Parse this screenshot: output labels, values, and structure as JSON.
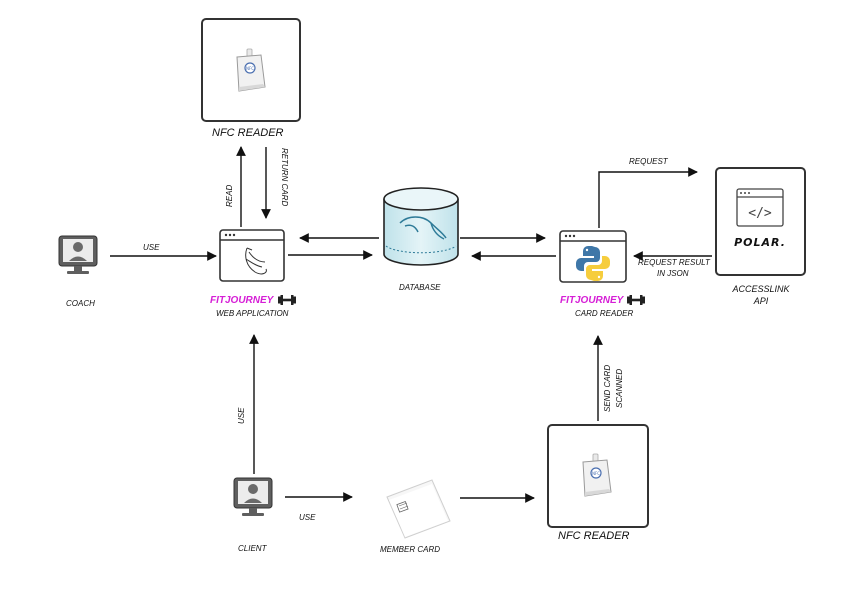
{
  "nodes": {
    "nfc_top": "NFC READER",
    "nfc_bottom": "NFC READER",
    "coach": "COACH",
    "client": "CLIENT",
    "member_card": "MEMBER CARD",
    "database": "DATABASE",
    "web_app_brand": "FITJOURNEY",
    "web_app_sub": "WEB APPLICATION",
    "card_reader_brand": "FITJOURNEY",
    "card_reader_sub": "CARD READER",
    "api_line1": "ACCESSLINK",
    "api_line2": "API",
    "polar_logo": "POLAR."
  },
  "edges": {
    "read": "READ",
    "return_card": "RETURN CARD",
    "coach_use": "USE",
    "client_use_up": "USE",
    "client_use_card": "USE",
    "request": "REQUEST",
    "request_result_1": "REQUEST RESULT",
    "request_result_2": "IN JSON",
    "send_card_1": "SEND CARD",
    "send_card_2": "SCANNED"
  },
  "colors": {
    "brand": "#d61fd6",
    "line": "#111111",
    "db_fill": "#cfe9ef",
    "python_blue": "#3f77a8",
    "python_yellow": "#f6cd3d",
    "mysql_blue": "#2e7b98"
  },
  "icons": [
    "nfc-reader-icon",
    "monitor-user-icon",
    "browser-window-icon",
    "flask-icon",
    "python-icon",
    "database-icon",
    "mysql-dolphin-icon",
    "code-window-icon",
    "dumbbell-icon",
    "member-card-icon"
  ]
}
